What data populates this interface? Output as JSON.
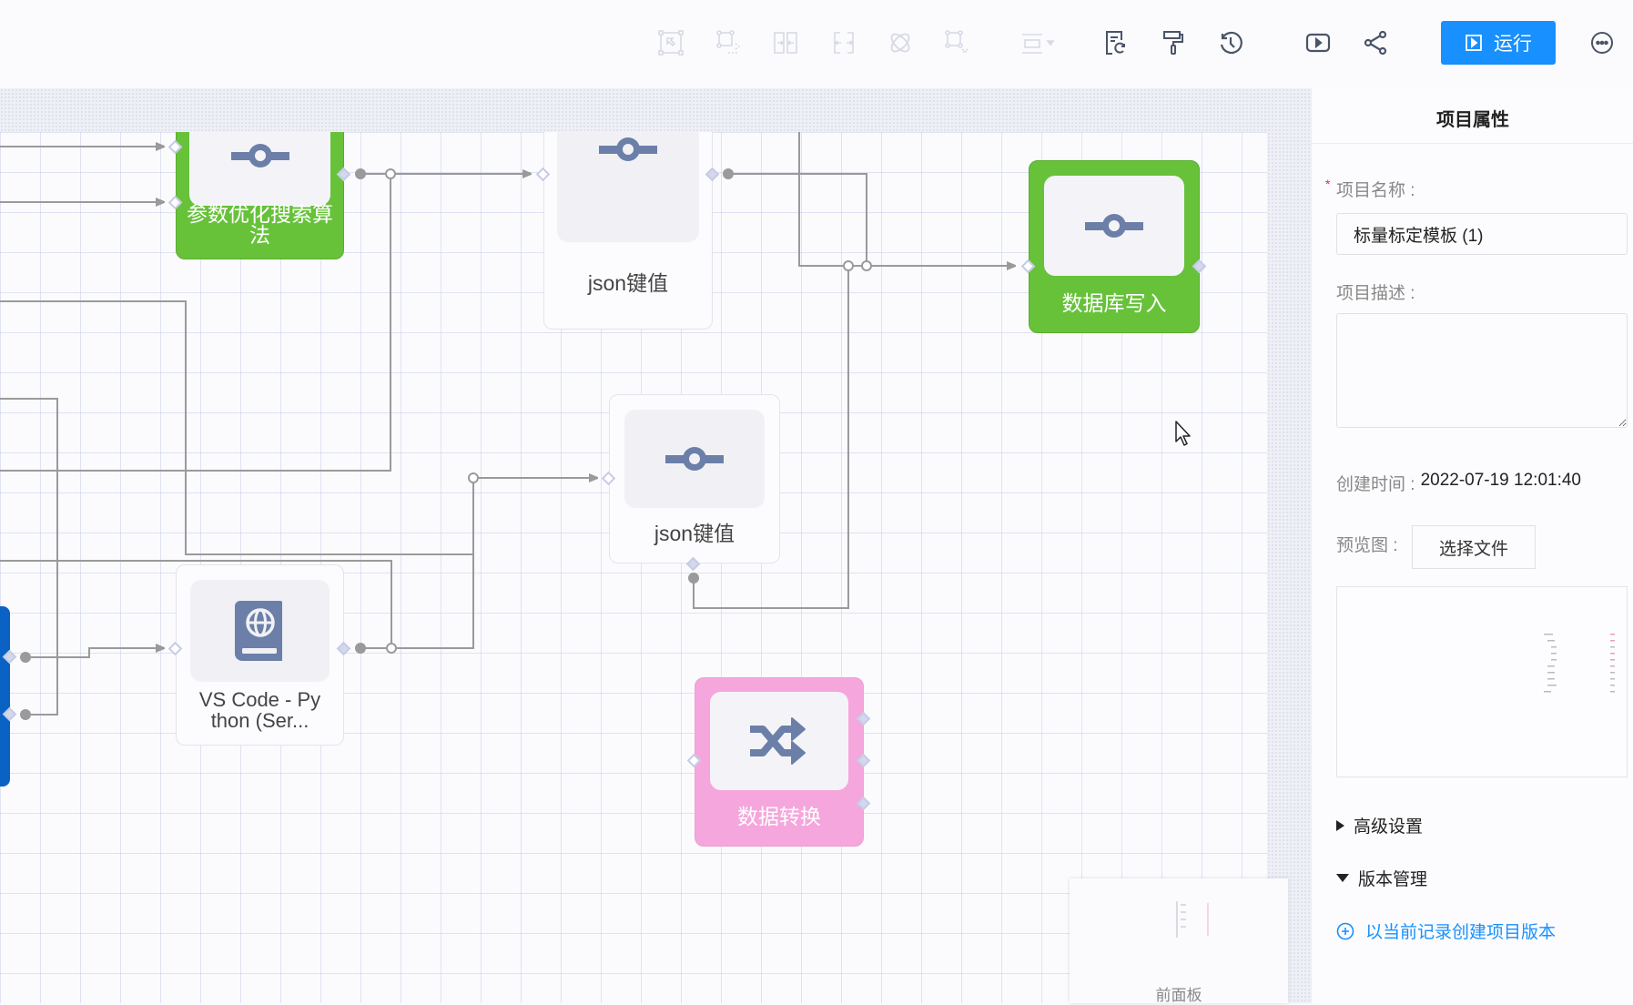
{
  "toolbar": {
    "icons": [
      {
        "name": "select-area-icon",
        "disabled": true
      },
      {
        "name": "fit-selection-icon",
        "disabled": true
      },
      {
        "name": "align-center-icon",
        "disabled": true
      },
      {
        "name": "distribute-icon",
        "disabled": true
      },
      {
        "name": "atom-layout-icon",
        "disabled": true
      },
      {
        "name": "group-icon",
        "disabled": true
      },
      {
        "name": "align-dropdown-icon",
        "disabled": true
      },
      {
        "name": "document-refresh-icon",
        "disabled": false
      },
      {
        "name": "format-painter-icon",
        "disabled": false
      },
      {
        "name": "history-icon",
        "disabled": false
      },
      {
        "name": "play-preview-icon",
        "disabled": false
      },
      {
        "name": "share-icon",
        "disabled": false
      }
    ],
    "run_label": "运行",
    "accent": "#1890ff"
  },
  "canvas": {
    "nodes": [
      {
        "id": "param-search",
        "label": "参数优化搜索算法",
        "style": "green",
        "icon": "connector-icon"
      },
      {
        "id": "json1",
        "label": "json键值",
        "style": "plain",
        "icon": "connector-icon"
      },
      {
        "id": "db-write",
        "label": "数据库写入",
        "style": "green",
        "icon": "connector-icon"
      },
      {
        "id": "json2",
        "label": "json键值",
        "style": "plain",
        "icon": "connector-icon"
      },
      {
        "id": "vscode",
        "label": "VS Code - Py thon (Ser...",
        "label_lines": [
          "VS Code - Py",
          "thon (Ser..."
        ],
        "style": "plain",
        "icon": "globe-book-icon"
      },
      {
        "id": "transform",
        "label": "数据转换",
        "style": "pink",
        "icon": "shuffle-icon"
      }
    ],
    "colors": {
      "green": "#67c23a",
      "pink": "#f5a6dc",
      "blue": "#0a62c4",
      "icon": "#6b7fa8",
      "wire": "#9a9a9a"
    },
    "minimap_label": "前面板"
  },
  "panel": {
    "title": "项目属性",
    "name_label": "项目名称 :",
    "name_value": "标量标定模板 (1)",
    "desc_label": "项目描述 :",
    "desc_value": "",
    "created_label": "创建时间 :",
    "created_value": "2022-07-19 12:01:40",
    "preview_label": "预览图 :",
    "choose_file": "选择文件",
    "advanced": "高级设置",
    "version_mgmt": "版本管理",
    "create_version": "以当前记录创建项目版本"
  }
}
